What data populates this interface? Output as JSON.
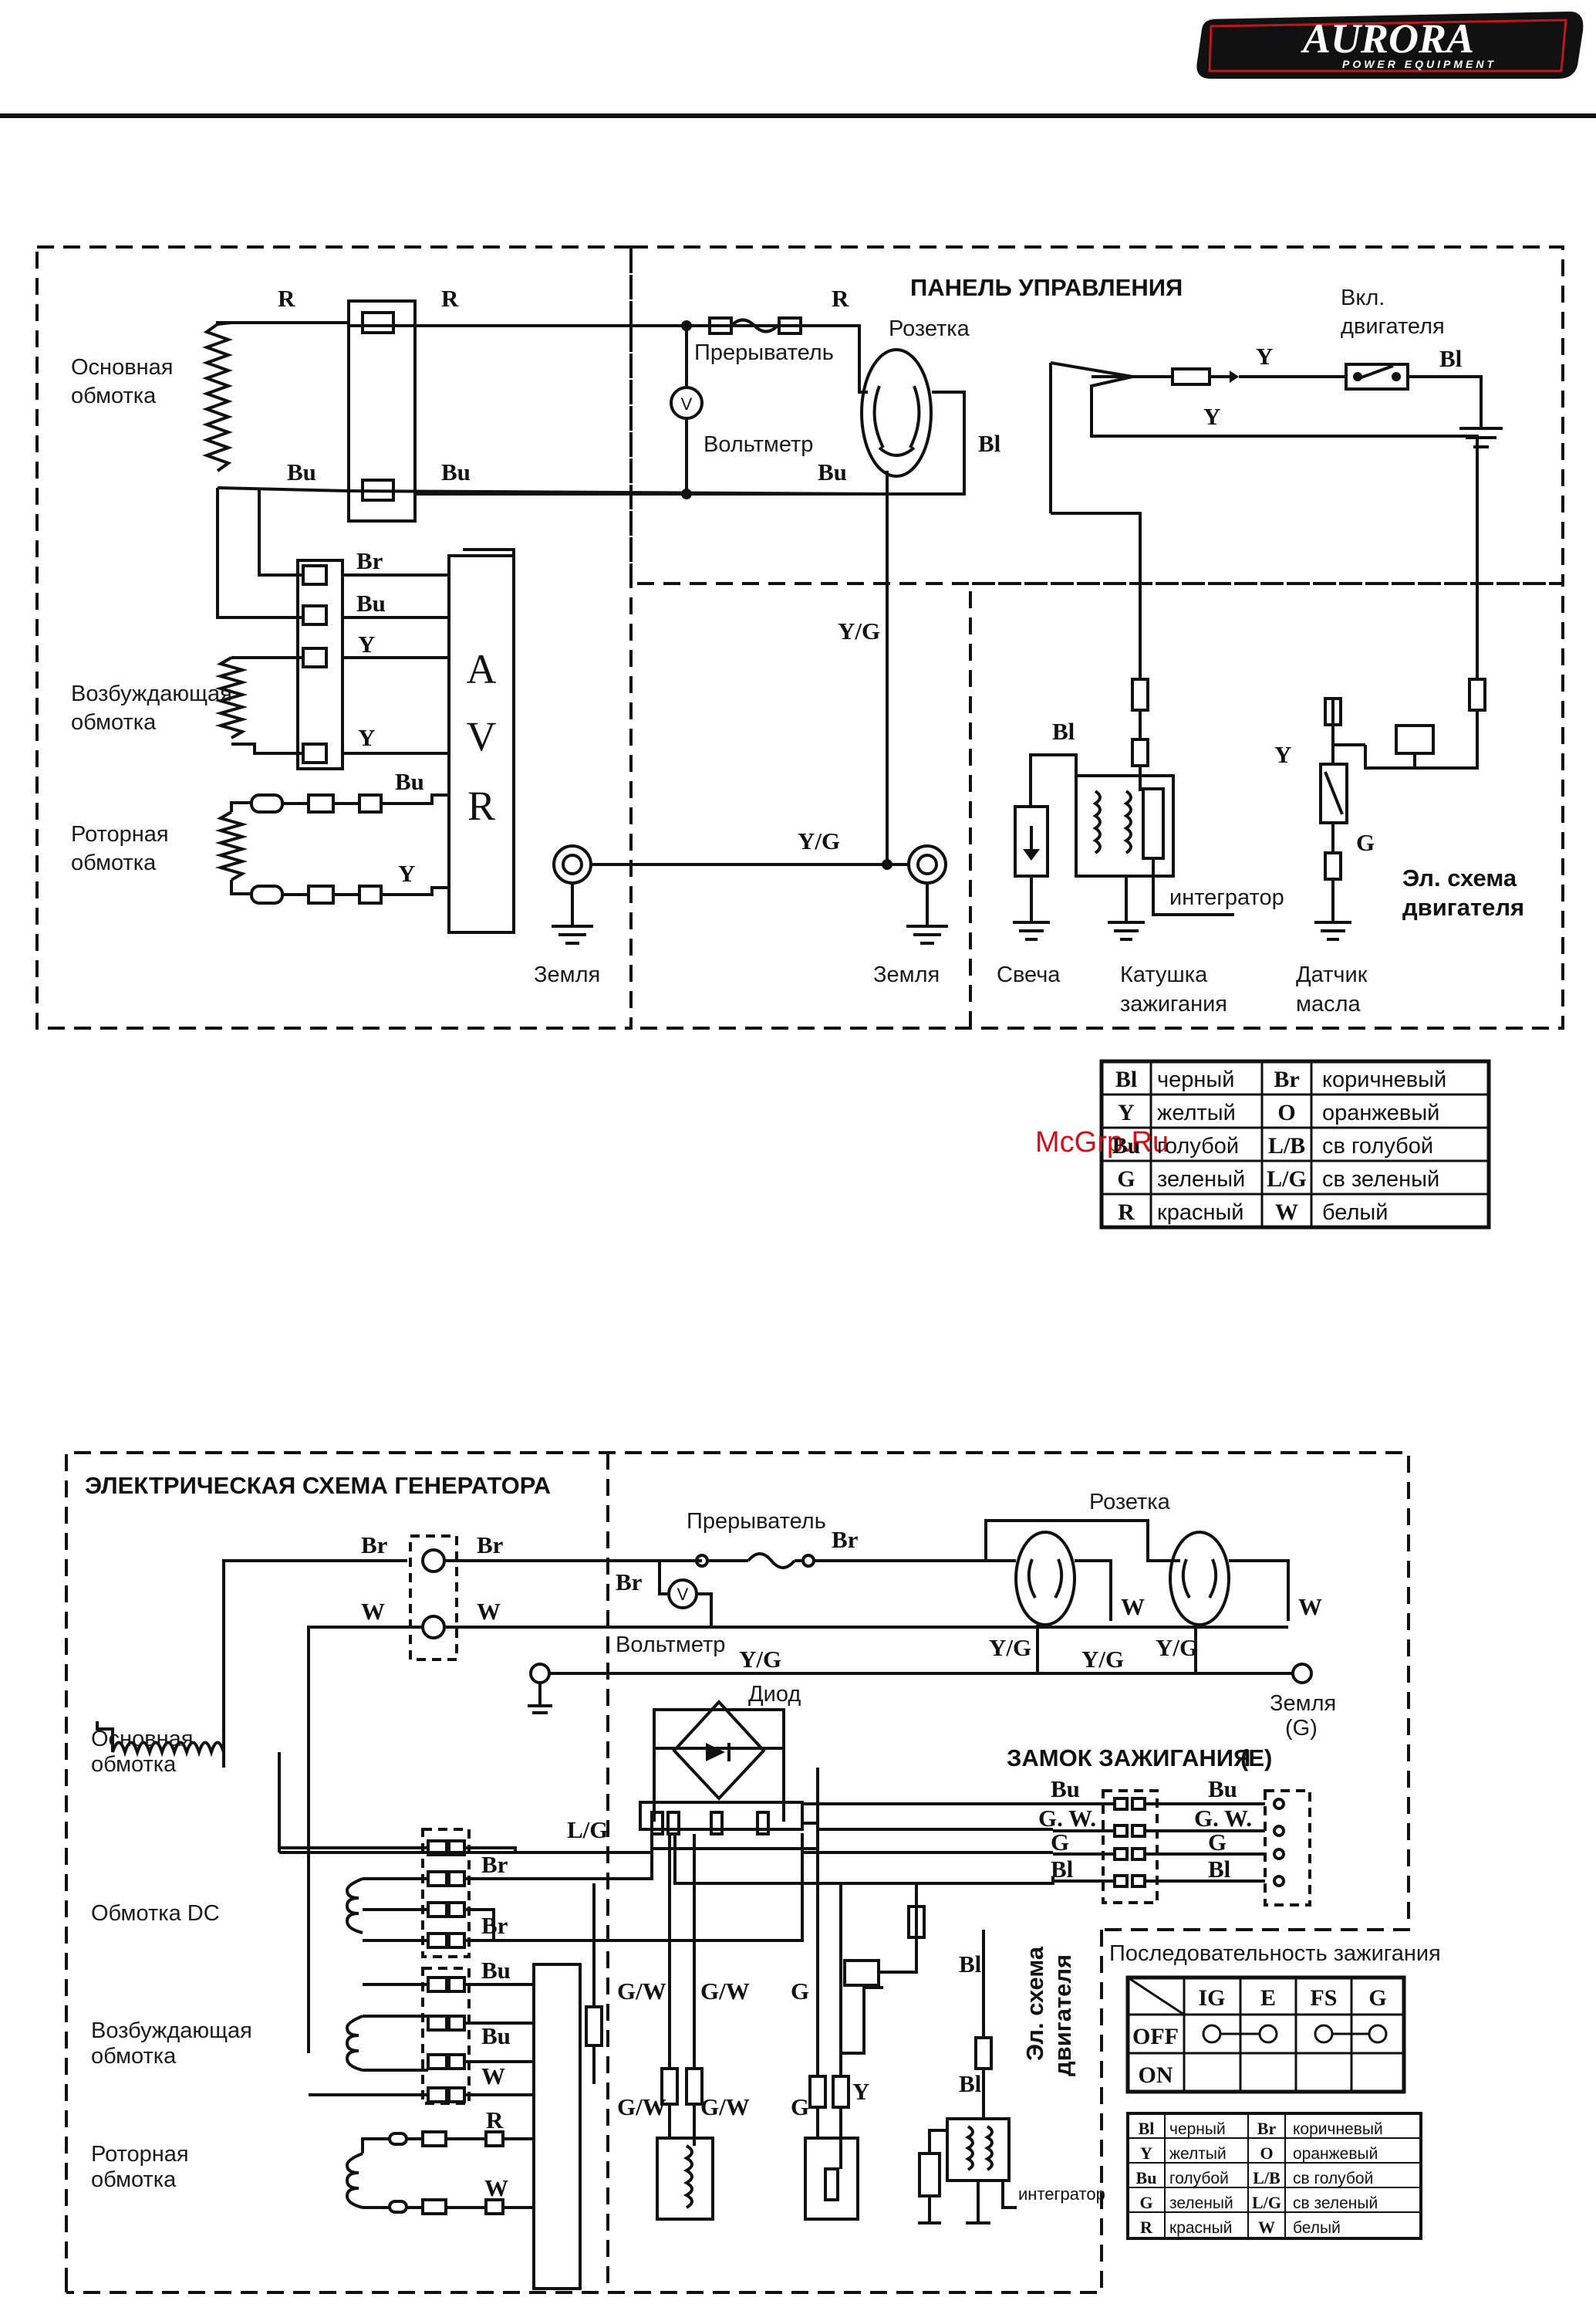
{
  "logo": {
    "brand": "AURORA",
    "tagline": "POWER EQUIPMENT"
  },
  "watermark": "McGrp.Ru",
  "diagram1": {
    "panel_title": "ПАНЕЛЬ УПРАВЛЕНИЯ",
    "main_winding": [
      "Основная",
      "обмотка"
    ],
    "exciter_winding": [
      "Возбуждающая",
      "обмотка"
    ],
    "rotor_winding": [
      "Роторная",
      "обмотка"
    ],
    "breaker": "Прерыватель",
    "socket": "Розетка",
    "voltmeter": "Вольтметр",
    "engine_switch": [
      "Вкл.",
      "двигателя"
    ],
    "avr": [
      "A",
      "V",
      "R"
    ],
    "ground_left": "Земля",
    "ground_right": "Земля",
    "spark_plug": "Свеча",
    "ignition_coil": [
      "Катушка",
      "зажигания"
    ],
    "integrator": "интегратор",
    "oil_sensor": [
      "Датчик",
      "масла"
    ],
    "engine_scheme": [
      "Эл. схема",
      "двигателя"
    ],
    "voltmeter_symbol": "V",
    "wire_codes": {
      "r": "R",
      "bu": "Bu",
      "br": "Br",
      "y": "Y",
      "bl": "Bl",
      "yg": "Y/G",
      "g": "G"
    }
  },
  "legend": [
    {
      "code": "Bl",
      "name": "черный",
      "code2": "Br",
      "name2": "коричневый"
    },
    {
      "code": "Y",
      "name": "желтый",
      "code2": "O",
      "name2": "оранжевый"
    },
    {
      "code": "Bu",
      "name": "голубой",
      "code2": "L/B",
      "name2": "св голубой"
    },
    {
      "code": "G",
      "name": "зеленый",
      "code2": "L/G",
      "name2": "св зеленый"
    },
    {
      "code": "R",
      "name": "красный",
      "code2": "W",
      "name2": "белый"
    }
  ],
  "diagram2": {
    "title": "ЭЛЕКТРИЧЕСКАЯ СХЕМА ГЕНЕРАТОРА",
    "breaker": "Прерыватель",
    "socket": "Розетка",
    "voltmeter": "Вольтметр",
    "voltmeter_symbol": "V",
    "diode": "Диод",
    "ground": [
      "Земля",
      "(G)"
    ],
    "ignition_lock": "ЗАМОК ЗАЖИГАНИЯ",
    "ignition_lock_code": "(E)",
    "main_winding": [
      "Основная",
      "обмотка"
    ],
    "dc_winding": "Обмотка DC",
    "exciter_winding": [
      "Возбуждающая",
      "обмотка"
    ],
    "rotor_winding": [
      "Роторная",
      "обмотка"
    ],
    "engine_scheme": [
      "Эл. схема",
      "двигателя"
    ],
    "integrator": "интегратор",
    "sequence_title": "Последовательность зажигания",
    "sequence_cols": [
      "IG",
      "E",
      "FS",
      "G"
    ],
    "sequence_rows": [
      "OFF",
      "ON"
    ],
    "wire_codes": {
      "br": "Br",
      "w": "W",
      "yg": "Y/G",
      "lg": "L/G",
      "bu": "Bu",
      "gw": "G. W.",
      "gw2": "G/W",
      "g": "G",
      "bl": "Bl",
      "y": "Y",
      "r": "R"
    }
  }
}
